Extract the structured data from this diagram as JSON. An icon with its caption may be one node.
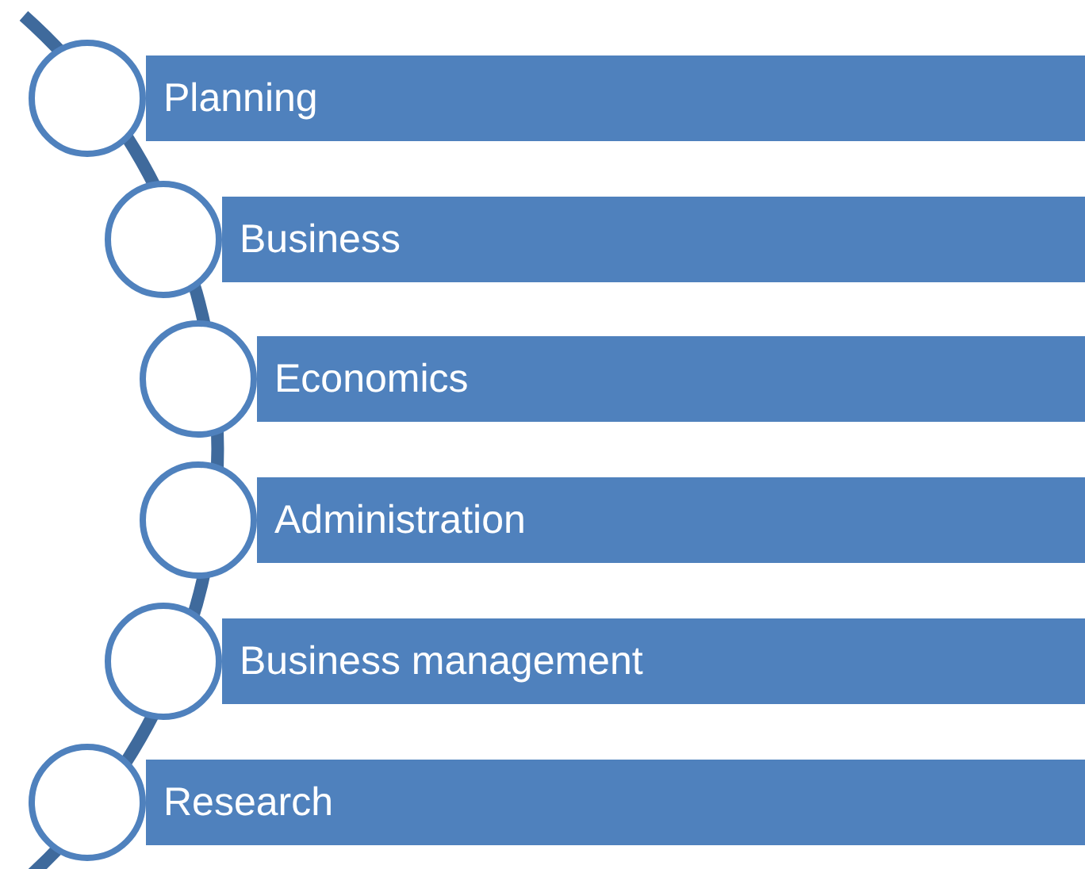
{
  "diagram": {
    "nodes": [
      {
        "text": [
          "Planning"
        ]
      },
      {
        "text": [
          "Business"
        ]
      },
      {
        "text": [
          "Economics"
        ]
      },
      {
        "text": [
          "Administration"
        ]
      },
      {
        "text": [
          "Business management"
        ]
      },
      {
        "text": [
          "Research"
        ]
      }
    ]
  }
}
